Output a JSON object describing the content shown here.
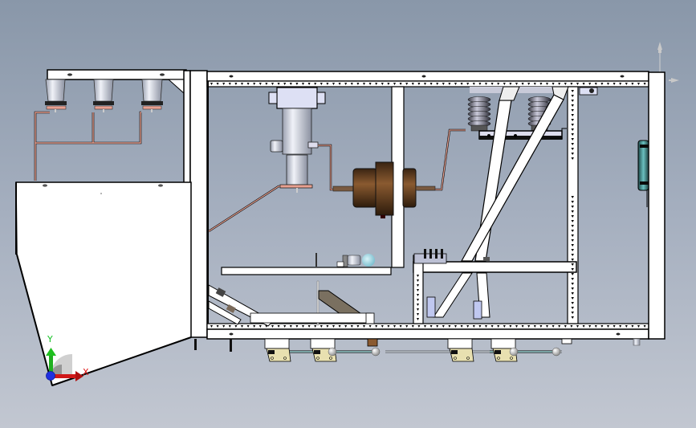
{
  "app": {
    "type": "3D CAD graphics viewport",
    "view_orientation": "front"
  },
  "viewport": {
    "background_top": "#8997a9",
    "background_bottom": "#c2c7d1"
  },
  "triad": {
    "x_label": "X",
    "y_label": "Y",
    "x_color": "#e01010",
    "y_color": "#10c020",
    "z_color": "#2030e0"
  },
  "model": {
    "name": "switchgear-cabinet-assembly",
    "components": [
      "top-bushings-x3",
      "copper-busbars",
      "current-transformer",
      "vacuum-interrupter",
      "bellow-insulators-x2",
      "operating-rods",
      "frame-rails",
      "bottom-linkage",
      "side-panel",
      "side-door-panel",
      "indicator-lamp",
      "fan-unit"
    ]
  },
  "colors": {
    "copper": "#e8a090",
    "frame": "#ffffff",
    "outline": "#000000",
    "steel": "#c8d0e0",
    "bronze": "#5a3a20",
    "bracket": "#e8e0b0",
    "linkage_rod": "#a0d8d8",
    "dark_arm": "#7a7060",
    "fan": "#3a8080"
  }
}
